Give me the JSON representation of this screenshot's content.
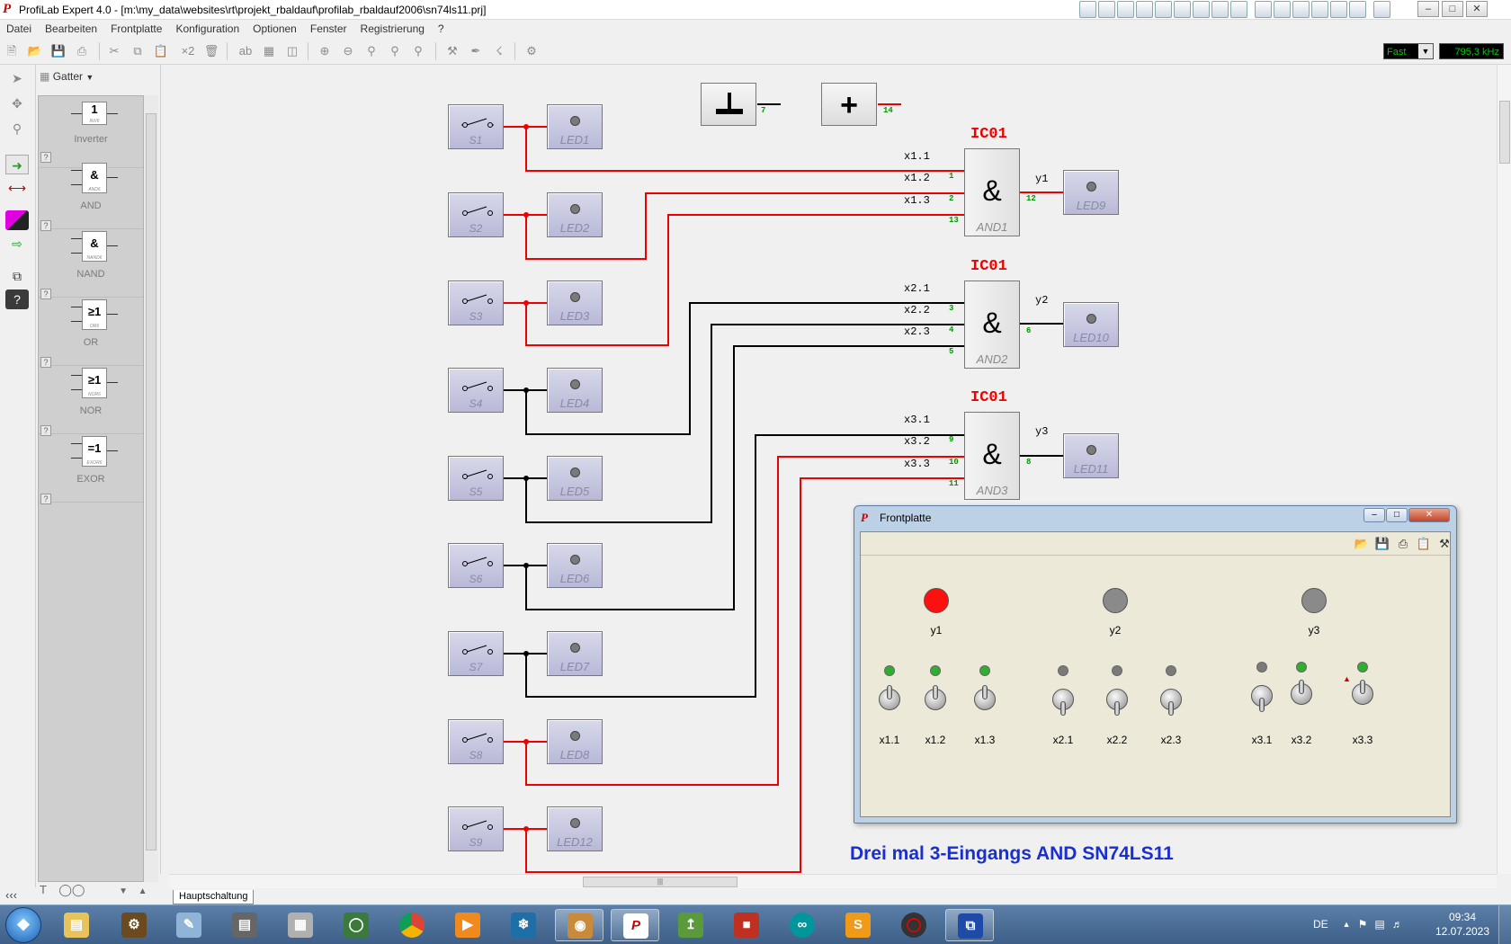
{
  "app": {
    "title": "ProfiLab Expert 4.0 - [m:\\my_data\\websites\\rt\\projekt_rbaldauf\\profilab_rbaldauf2006\\sn74ls11.prj]"
  },
  "menu": [
    "Datei",
    "Bearbeiten",
    "Frontplatte",
    "Konfiguration",
    "Optionen",
    "Fenster",
    "Registrierung",
    "?"
  ],
  "toolbar": {
    "zoom_label": "×2",
    "speed": "Fast",
    "frequency": "795,3 kHz"
  },
  "library": {
    "category": "Gatter",
    "items": [
      {
        "symbol": "1",
        "chip_caption": "INV6",
        "name": "Inverter"
      },
      {
        "symbol": "&",
        "chip_caption": "AND6",
        "name": "AND"
      },
      {
        "symbol": "&",
        "chip_caption": "NAND6",
        "name": "NAND"
      },
      {
        "symbol": "≥1",
        "chip_caption": "OR6",
        "name": "OR"
      },
      {
        "symbol": "≥1",
        "chip_caption": "NOR6",
        "name": "NOR"
      },
      {
        "symbol": "=1",
        "chip_caption": "EXOR6",
        "name": "EXOR"
      }
    ],
    "help_mark": "?"
  },
  "schematic": {
    "switches": [
      "S1",
      "S2",
      "S3",
      "S4",
      "S5",
      "S6",
      "S7",
      "S8",
      "S9"
    ],
    "leds_left": [
      "LED1",
      "LED2",
      "LED3",
      "LED4",
      "LED5",
      "LED6",
      "LED7",
      "LED8",
      "LED12"
    ],
    "supply": {
      "gnd_pin": "7",
      "vcc_symbol": "+",
      "vcc_pin": "14"
    },
    "gates": [
      {
        "ic": "IC01",
        "symbol": "&",
        "name": "AND1",
        "inputs": [
          "x1.1",
          "x1.2",
          "x1.3"
        ],
        "pins": [
          "1",
          "2",
          "13"
        ],
        "out_pin": "12",
        "output": "y1",
        "led": "LED9"
      },
      {
        "ic": "IC01",
        "symbol": "&",
        "name": "AND2",
        "inputs": [
          "x2.1",
          "x2.2",
          "x2.3"
        ],
        "pins": [
          "3",
          "4",
          "5"
        ],
        "out_pin": "6",
        "output": "y2",
        "led": "LED10"
      },
      {
        "ic": "IC01",
        "symbol": "&",
        "name": "AND3",
        "inputs": [
          "x3.1",
          "x3.2",
          "x3.3"
        ],
        "pins": [
          "9",
          "10",
          "11"
        ],
        "out_pin": "8",
        "output": "y3",
        "led": "LED11"
      }
    ],
    "footer": "Drei mal 3-Eingangs AND SN74LS11",
    "sheet_tab": "Hauptschaltung"
  },
  "frontplatte": {
    "title": "Frontplatte",
    "outputs": [
      {
        "label": "y1",
        "state": "on",
        "color": "#ff0000"
      },
      {
        "label": "y2",
        "state": "off",
        "color": "#8a8a8a"
      },
      {
        "label": "y3",
        "state": "off",
        "color": "#8a8a8a"
      }
    ],
    "inputs": [
      {
        "label": "x1.1",
        "state": "on"
      },
      {
        "label": "x1.2",
        "state": "on"
      },
      {
        "label": "x1.3",
        "state": "on"
      },
      {
        "label": "x2.1",
        "state": "off"
      },
      {
        "label": "x2.2",
        "state": "off"
      },
      {
        "label": "x2.3",
        "state": "off"
      },
      {
        "label": "x3.1",
        "state": "off"
      },
      {
        "label": "x3.2",
        "state": "on"
      },
      {
        "label": "x3.3",
        "state": "on"
      }
    ],
    "colors": {
      "on": "#2fae2f",
      "off": "#7a7a7a"
    }
  },
  "taskbar": {
    "language": "DE",
    "time": "09:34",
    "date": "12.07.2023"
  }
}
